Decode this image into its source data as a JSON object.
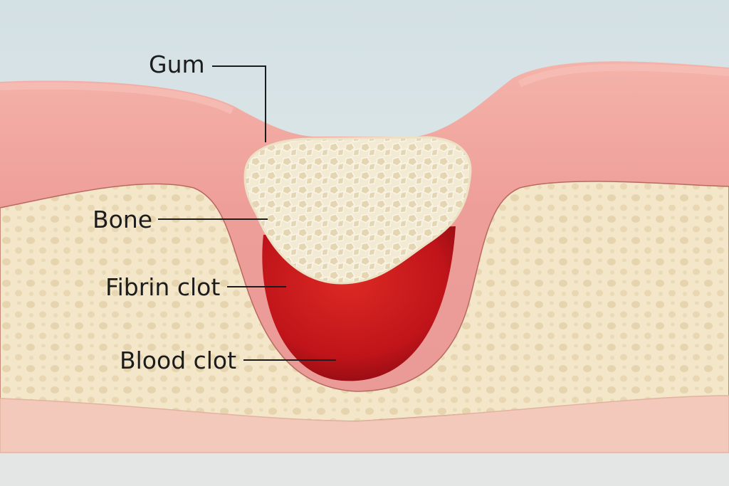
{
  "labels": {
    "gum": "Gum",
    "bone": "Bone",
    "fibrin_clot": "Fibrin clot",
    "blood_clot": "Blood clot"
  },
  "colors": {
    "background": "#d9e4e7",
    "gum": "#efa7a0",
    "bone": "#f2e4c6",
    "graft": "#f1e8d0",
    "blood_clot": "#c8161a",
    "base": "#f2c9bb",
    "label_text": "#1c1c1c"
  }
}
